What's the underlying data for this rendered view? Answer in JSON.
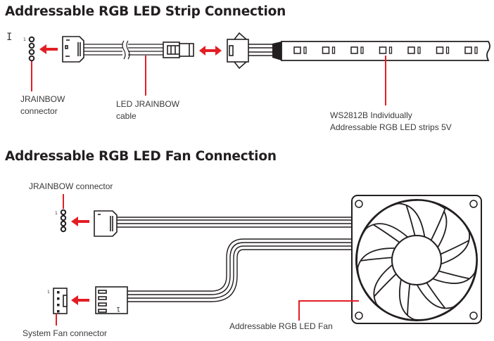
{
  "sections": {
    "strip": {
      "title": "Addressable RGB LED Strip Connection",
      "labels": {
        "jrainbow_line1": "JRAINBOW",
        "jrainbow_line2": "connector",
        "cable_line1": "LED JRAINBOW",
        "cable_line2": "cable",
        "strip_line1": "WS2812B Individually",
        "strip_line2": "Addressable RGB LED strips 5V"
      },
      "pin1_marker": "1",
      "led_count": 7
    },
    "fan": {
      "title": "Addressable RGB LED Fan Connection",
      "labels": {
        "jrainbow": "JRAINBOW connector",
        "sysfan": "System Fan connector",
        "fan": "Addressable RGB LED Fan"
      },
      "pin1_marker_jrainbow": "1",
      "pin1_marker_sysfan": "1",
      "plug_marker": "1",
      "blade_count": 9
    }
  },
  "colors": {
    "accent": "#e31e24",
    "line": "#231f20"
  },
  "cursor_icon": "I"
}
